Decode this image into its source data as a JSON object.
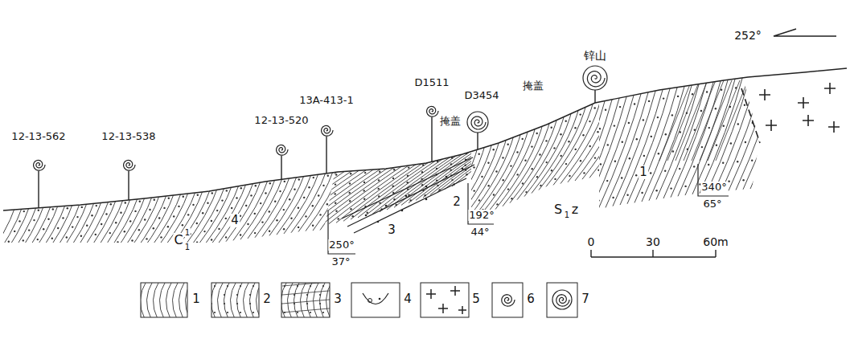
{
  "diagram": {
    "labels": [
      "252°",
      "12-13-562",
      "12-13-538",
      "12-13-520",
      "13A-413-1",
      "D1511",
      "D3454",
      "掩盖",
      "掩盖",
      "锌山",
      "1",
      "2",
      "3",
      "4",
      "340°",
      "65°",
      "192°",
      "44°",
      "250°",
      "37°",
      "C",
      "1",
      "1",
      "S",
      "1",
      "z",
      "0",
      "30",
      "60m"
    ],
    "legend": [
      {
        "text": "1"
      },
      {
        "text": "2"
      },
      {
        "text": "3"
      },
      {
        "text": "4"
      },
      {
        "text": "5"
      },
      {
        "text": "6"
      },
      {
        "text": "7"
      }
    ]
  }
}
